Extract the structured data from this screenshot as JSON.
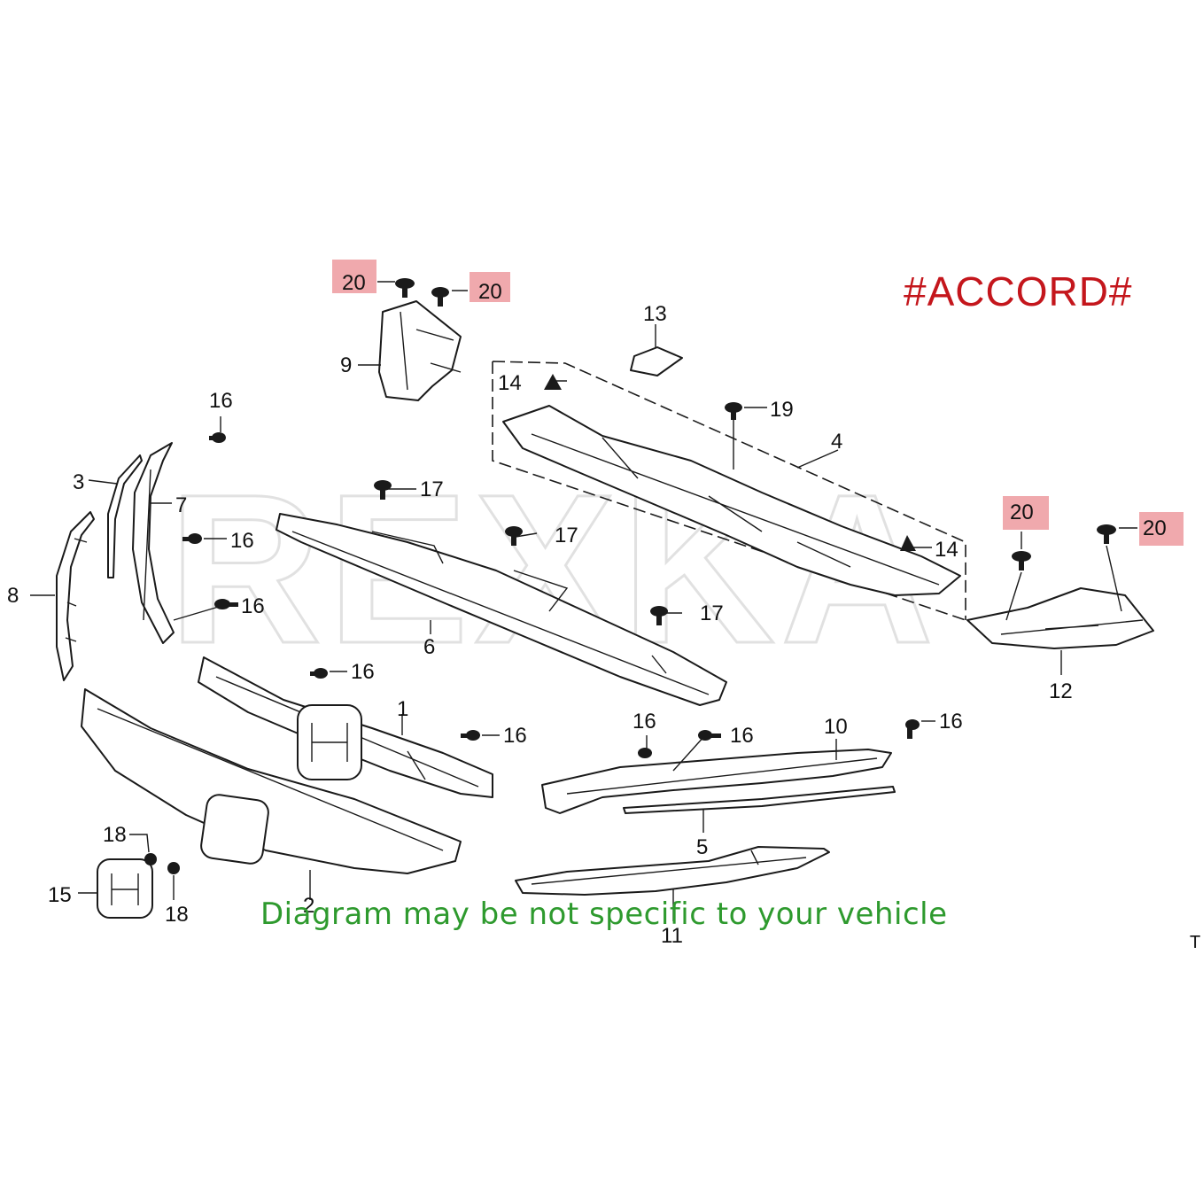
{
  "title": "#ACCORD#",
  "watermark": "REXKA",
  "disclaimer": "Diagram may be not specific to your vehicle",
  "diagram_code": "T",
  "callouts": {
    "c1": "1",
    "c2": "2",
    "c3": "3",
    "c4": "4",
    "c5": "5",
    "c6": "6",
    "c7": "7",
    "c8": "8",
    "c9": "9",
    "c10": "10",
    "c11": "11",
    "c12": "12",
    "c13": "13",
    "c14": "14",
    "c15": "15",
    "c16": "16",
    "c17": "17",
    "c18": "18",
    "c19": "19",
    "c20": "20"
  },
  "colors": {
    "title": "#c4161c",
    "disclaimer": "#2e9a2e",
    "highlight": "#f0a9ad",
    "line": "#1a1a1a"
  }
}
